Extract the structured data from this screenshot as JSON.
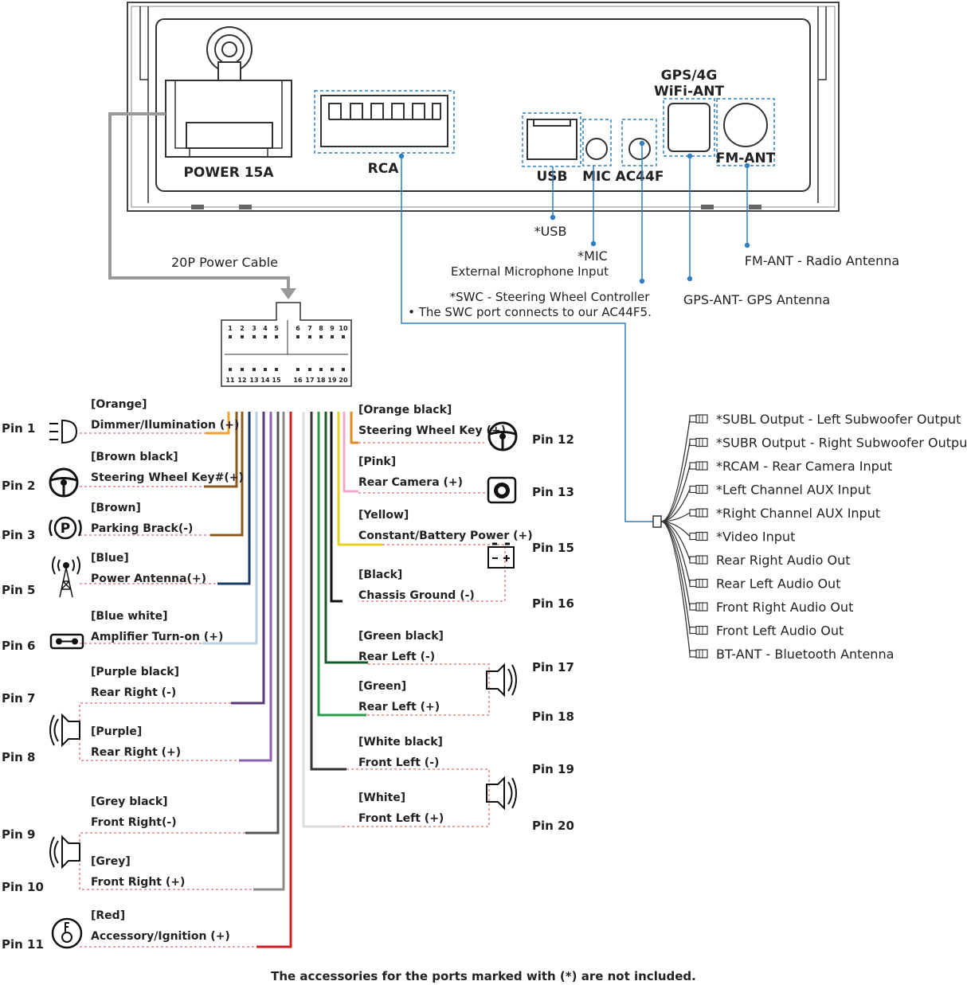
{
  "head_unit": {
    "ports": {
      "power": "POWER 15A",
      "rca": "RCA",
      "usb": "USB",
      "mic": "MIC",
      "ac44f": "AC44F",
      "gps_line1": "GPS/4G",
      "gps_line2": "WiFi-ANT",
      "fm": "FM-ANT"
    }
  },
  "annotations": {
    "power_cable": "20P Power Cable",
    "usb": "*USB",
    "mic": "*MIC",
    "mic_desc": "External Microphone Input",
    "swc": "*SWC - Steering Wheel Controller",
    "swc_note": "• The SWC port connects to our AC44F5.",
    "gps": "GPS-ANT- GPS Antenna",
    "fm": "FM-ANT - Radio Antenna"
  },
  "connector": {
    "top_numbers": [
      "1",
      "2",
      "3",
      "4",
      "5",
      "6",
      "7",
      "8",
      "9",
      "10"
    ],
    "bottom_numbers": [
      "11",
      "12",
      "13",
      "14",
      "15",
      "16",
      "17",
      "18",
      "19",
      "20"
    ]
  },
  "colors": {
    "wire_border": "#999999",
    "dash_red": "#d04848",
    "link_blue": "#2f7fc1"
  },
  "pins_left": [
    {
      "pin": "Pin 1",
      "color": "[Orange]",
      "func": "Dimmer/Ilumination (+)",
      "hex": "#f0a030",
      "icon": "headlight-icon"
    },
    {
      "pin": "Pin 2",
      "color": "[Brown black]",
      "func": "Steering Wheel Key#(+)",
      "hex": "#8b5a1a",
      "icon": "steering-wheel-icon"
    },
    {
      "pin": "Pin 3",
      "color": "[Brown]",
      "func": "Parking Brack(-)",
      "hex": "#8b5a1a",
      "icon": "parking-brake-icon"
    },
    {
      "pin": "Pin 5",
      "color": "[Blue]",
      "func": "Power Antenna(+)",
      "hex": "#173a66",
      "icon": "antenna-icon"
    },
    {
      "pin": "Pin 6",
      "color": "[Blue white]",
      "func": "Amplifier Turn-on (+)",
      "hex": "#b8cfe6",
      "icon": "amplifier-icon"
    },
    {
      "pin": "Pin 7",
      "color": "[Purple black]",
      "func": "Rear Right (-)",
      "hex": "#5a3a7a",
      "icon": "speaker-icon"
    },
    {
      "pin": "Pin 8",
      "color": "[Purple]",
      "func": "Rear Right (+)",
      "hex": "#8a62b0",
      "icon": "speaker-icon"
    },
    {
      "pin": "Pin 9",
      "color": "[Grey black]",
      "func": "Front Right(-)",
      "hex": "#555555",
      "icon": "speaker-icon"
    },
    {
      "pin": "Pin 10",
      "color": "[Grey]",
      "func": "Front Right (+)",
      "hex": "#8a8a8a",
      "icon": "speaker-icon"
    },
    {
      "pin": "Pin 11",
      "color": "[Red]",
      "func": "Accessory/Ignition (+)",
      "hex": "#cc2020",
      "icon": "ignition-icon"
    }
  ],
  "pins_right": [
    {
      "pin": "Pin 12",
      "color": "[Orange black]",
      "func": "Steering Wheel Key (+)",
      "hex": "#e08a20",
      "icon": "steering-wheel-icon"
    },
    {
      "pin": "Pin 13",
      "color": "[Pink]",
      "func": "Rear Camera (+)",
      "hex": "#f0a8c8",
      "icon": "camera-icon"
    },
    {
      "pin": "Pin 15",
      "color": "[Yellow]",
      "func": "Constant/Battery Power (+)",
      "hex": "#e6d21e",
      "icon": "battery-icon"
    },
    {
      "pin": "Pin 16",
      "color": "[Black]",
      "func": "Chassis Ground (-)",
      "hex": "#111111",
      "icon": "ground-icon"
    },
    {
      "pin": "Pin 17",
      "color": "[Green black]",
      "func": "Rear Left (-)",
      "hex": "#1a5a2a",
      "icon": "speaker-icon"
    },
    {
      "pin": "Pin 18",
      "color": "[Green]",
      "func": "Rear Left (+)",
      "hex": "#2a9a4a",
      "icon": "speaker-icon"
    },
    {
      "pin": "Pin 19",
      "color": "[White black]",
      "func": "Front Left (-)",
      "hex": "#333333",
      "icon": "speaker-icon"
    },
    {
      "pin": "Pin 20",
      "color": "[White]",
      "func": "Front Left (+)",
      "hex": "#dddddd",
      "icon": "speaker-icon"
    }
  ],
  "rca_outputs": [
    "*SUBL Output - Left Subwoofer Output",
    "*SUBR Output - Right Subwoofer Output",
    "*RCAM - Rear Camera Input",
    "*Left Channel AUX Input",
    "*Right Channel AUX Input",
    "*Video Input",
    "Rear Right Audio Out",
    "Rear Left Audio Out",
    "Front Right Audio Out",
    "Front Left Audio Out",
    "BT-ANT - Bluetooth Antenna"
  ],
  "footer": "The accessories for the ports marked with (*) are not included."
}
